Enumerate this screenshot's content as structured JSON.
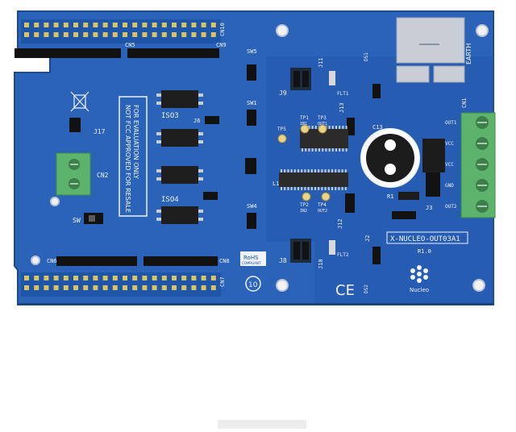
{
  "board": {
    "product_label": "X-NUCLEO-OUT03A1",
    "revision": "R1.0",
    "earth_label": "EARTH",
    "brand_text": "Nucleo",
    "rohs_top": "RoHS",
    "rohs_bottom": "COMPLIANT",
    "lifetime_label": "10",
    "ce_mark": "CE",
    "warning_text": [
      "FOR EVALUATION ONLY",
      "NOT FCC APPROVED FOR RESALE"
    ],
    "connectors": {
      "cn10": "CN10",
      "cn9": "CN9",
      "cn5": "CN5",
      "cn6": "CN6",
      "cn7": "CN7",
      "cn8": "CN8",
      "cn1": "CN1",
      "cn2": "CN2"
    },
    "isolators": [
      "ISO3",
      "ISO4"
    ],
    "switches": [
      "SW5",
      "SW1",
      "SW4",
      "SW"
    ],
    "jumpers": [
      "J9",
      "J11",
      "J13",
      "J6",
      "J12",
      "J8",
      "J10",
      "J17",
      "J2",
      "J3"
    ],
    "test_points": [
      "TP5",
      "TP1",
      "TP3",
      "TP2",
      "TP4"
    ],
    "test_point_signals": [
      "IN1",
      "OUT1",
      "IN2",
      "OUT2"
    ],
    "output_terminal_labels": [
      "OUT1",
      "VCC",
      "VCC",
      "GND",
      "OUT2"
    ],
    "misc_labels": [
      "FLT1",
      "FLT2",
      "C13",
      "R1",
      "DS1",
      "DS2",
      "L1"
    ]
  },
  "colors": {
    "pcb": "#2a63b8",
    "pcb_dark": "#1d4f9a",
    "silkscreen": "#eef3ff",
    "header_black": "#121212",
    "pin_gold": "#d6c36a",
    "terminal_green": "#5db36b",
    "pad_silver": "#c9ced6"
  }
}
